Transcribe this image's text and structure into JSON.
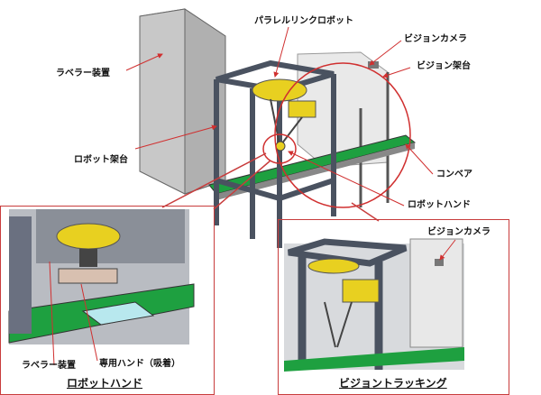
{
  "labels": {
    "parallel_robot": "パラレルリンクロボット",
    "vision_camera": "ビジョンカメラ",
    "vision_frame": "ビジョン架台",
    "labeler": "ラベラー装置",
    "robot_frame": "ロボット架台",
    "conveyor": "コンベア",
    "robot_hand": "ロボットハンド"
  },
  "inset_left": {
    "labeler": "ラベラー装置",
    "special_hand": "専用ハンド（吸着）",
    "caption": "ロボットハンド"
  },
  "inset_right": {
    "vision_camera": "ビジョンカメラ",
    "caption": "ビジョントラッキング"
  },
  "colors": {
    "frame": "#4a5260",
    "robot": "#e8d020",
    "conveyor": "#1ea040",
    "arrow": "#d03030",
    "inset_border": "#c83c3c"
  }
}
